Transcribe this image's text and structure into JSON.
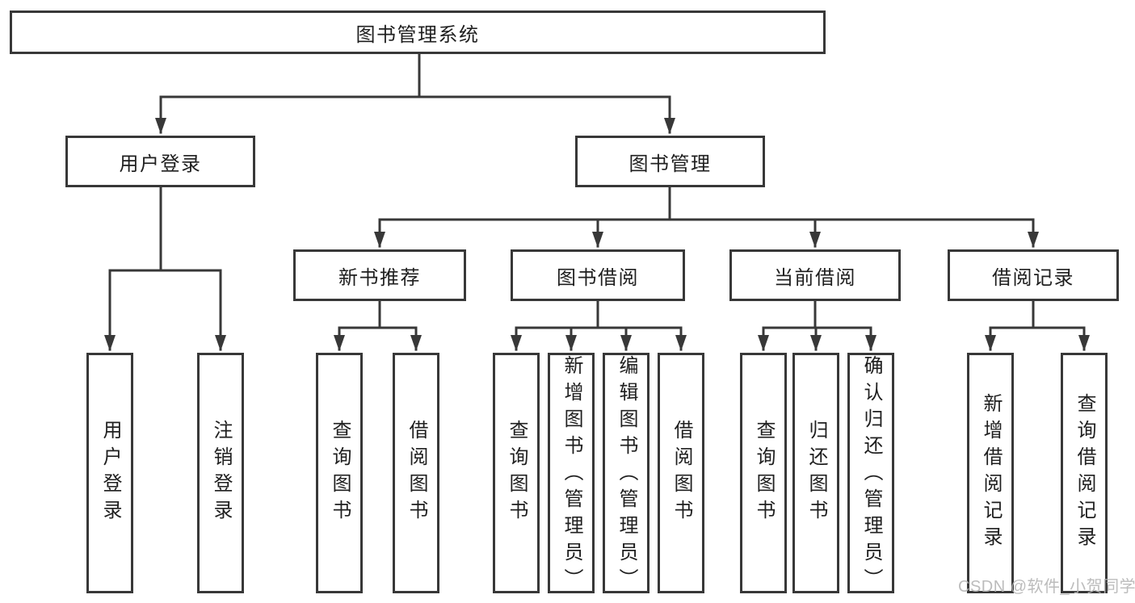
{
  "diagram": {
    "watermark": "CSDN @软件_小贺同学",
    "colors": {
      "line": "#383838",
      "text": "#1f1f1f",
      "watermark": "#b5b5b5",
      "background": "#ffffff"
    },
    "tree": {
      "label": "图书管理系统",
      "children": [
        {
          "label": "用户登录",
          "children": [
            {
              "label": "用户登录"
            },
            {
              "label": "注销登录"
            }
          ]
        },
        {
          "label": "图书管理",
          "children": [
            {
              "label": "新书推荐",
              "children": [
                {
                  "label": "查询图书"
                },
                {
                  "label": "借阅图书"
                }
              ]
            },
            {
              "label": "图书借阅",
              "children": [
                {
                  "label": "查询图书"
                },
                {
                  "label": "新增图书（管理员）"
                },
                {
                  "label": "编辑图书（管理员）"
                },
                {
                  "label": "借阅图书"
                }
              ]
            },
            {
              "label": "当前借阅",
              "children": [
                {
                  "label": "查询图书"
                },
                {
                  "label": "归还图书"
                },
                {
                  "label": "确认归还（管理员）"
                }
              ]
            },
            {
              "label": "借阅记录",
              "children": [
                {
                  "label": "新增借阅记录"
                },
                {
                  "label": "查询借阅记录"
                }
              ]
            }
          ]
        }
      ]
    }
  }
}
